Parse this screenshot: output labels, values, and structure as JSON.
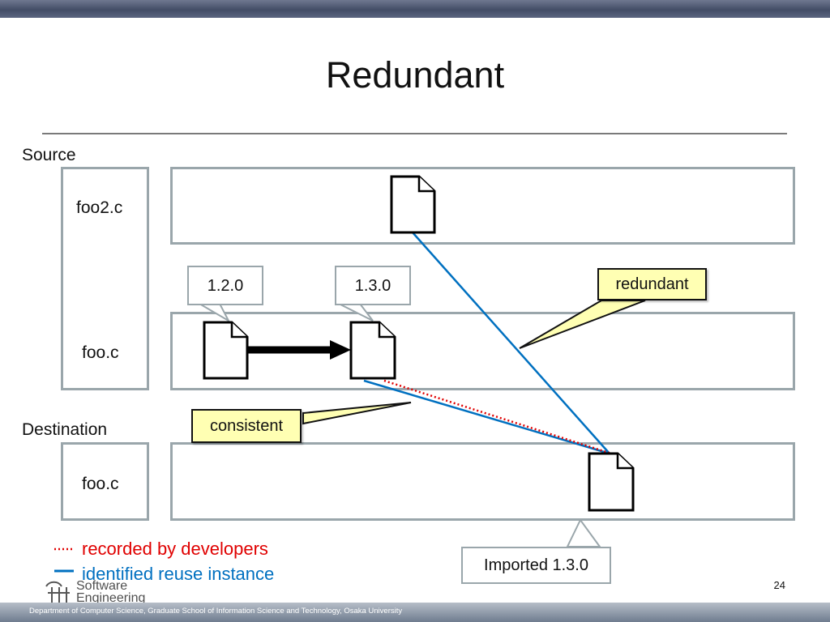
{
  "slide": {
    "title": "Redundant",
    "sections": {
      "source": "Source",
      "destination": "Destination"
    },
    "lanes": {
      "source_foo2": "foo2.c",
      "source_foo": "foo.c",
      "destination_foo": "foo.c"
    },
    "version_labels": {
      "first": "1.2.0",
      "second": "1.3.0",
      "imported": "Imported 1.3.0"
    },
    "callouts": {
      "redundant": "redundant",
      "consistent": "consistent"
    },
    "legend": {
      "recorded": {
        "label": "recorded by developers",
        "color": "#e00000"
      },
      "identified": {
        "label": "identified reuse instance",
        "color": "#0070c0"
      }
    },
    "footer": {
      "department": "Department of Computer Science, Graduate School of Information Science and Technology, Osaka University",
      "page_number": "24",
      "logo_text": "Software\nEngineering\nLaboratory"
    },
    "colors": {
      "header_bar": "#434d66",
      "lane_border": "#9aa6ab",
      "callout_yellow": "#ffffb3",
      "arrow_black": "#000000"
    }
  }
}
